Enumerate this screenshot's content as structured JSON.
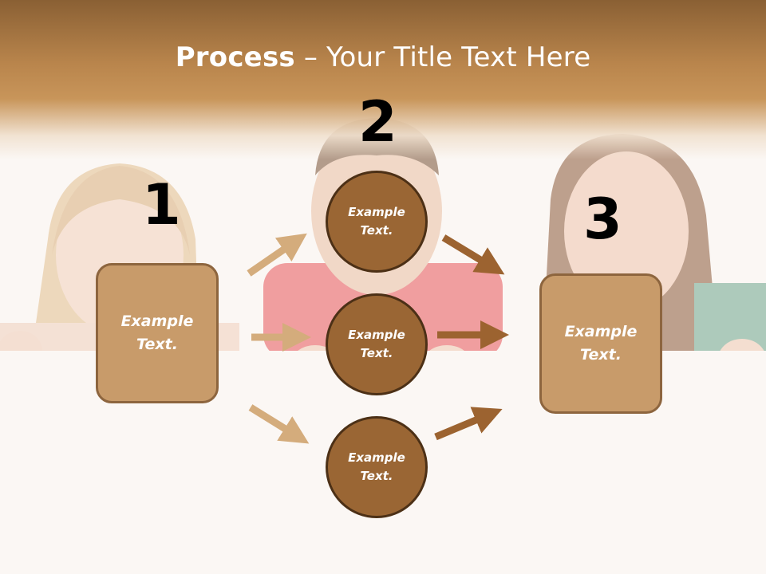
{
  "title": {
    "bold": "Process",
    "rest": " – Your Title Text Here"
  },
  "steps": [
    "1",
    "2",
    "3"
  ],
  "boxes": {
    "left": "Example\nText.",
    "right": "Example\nText."
  },
  "circles": [
    "Example\nText.",
    "Example\nText.",
    "Example\nText."
  ],
  "colors": {
    "header": "#b9854c",
    "box_fill": "#c89b6a",
    "circle_fill": "#9a6634",
    "arrow_light": "#d4ac7c",
    "arrow_dark": "#9c6330"
  }
}
